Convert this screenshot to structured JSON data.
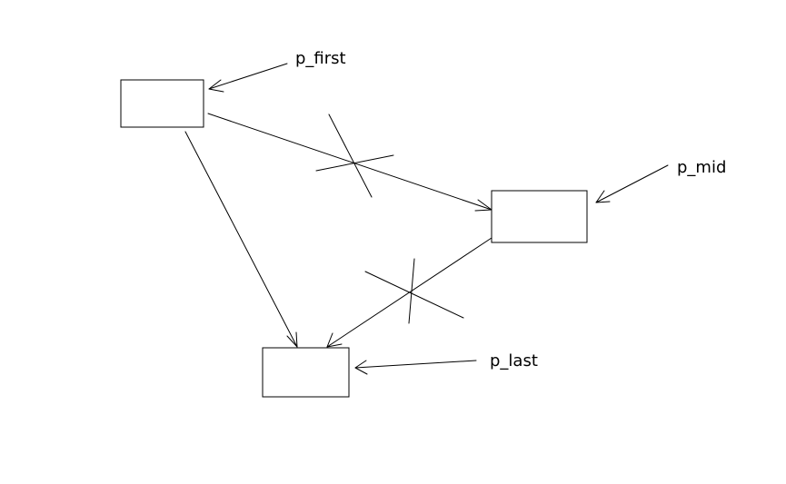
{
  "diagram": {
    "nodes": [
      {
        "id": "first"
      },
      {
        "id": "mid"
      },
      {
        "id": "last"
      }
    ],
    "pointers": [
      {
        "label": "p_first",
        "target": "first"
      },
      {
        "label": "p_mid",
        "target": "mid"
      },
      {
        "label": "p_last",
        "target": "last"
      }
    ],
    "links": [
      {
        "from": "first",
        "to": "mid",
        "crossed_out": true
      },
      {
        "from": "mid",
        "to": "last",
        "crossed_out": true
      },
      {
        "from": "first",
        "to": "last",
        "crossed_out": false
      }
    ],
    "colors": {
      "stroke": "#000000",
      "background": "#ffffff"
    }
  }
}
